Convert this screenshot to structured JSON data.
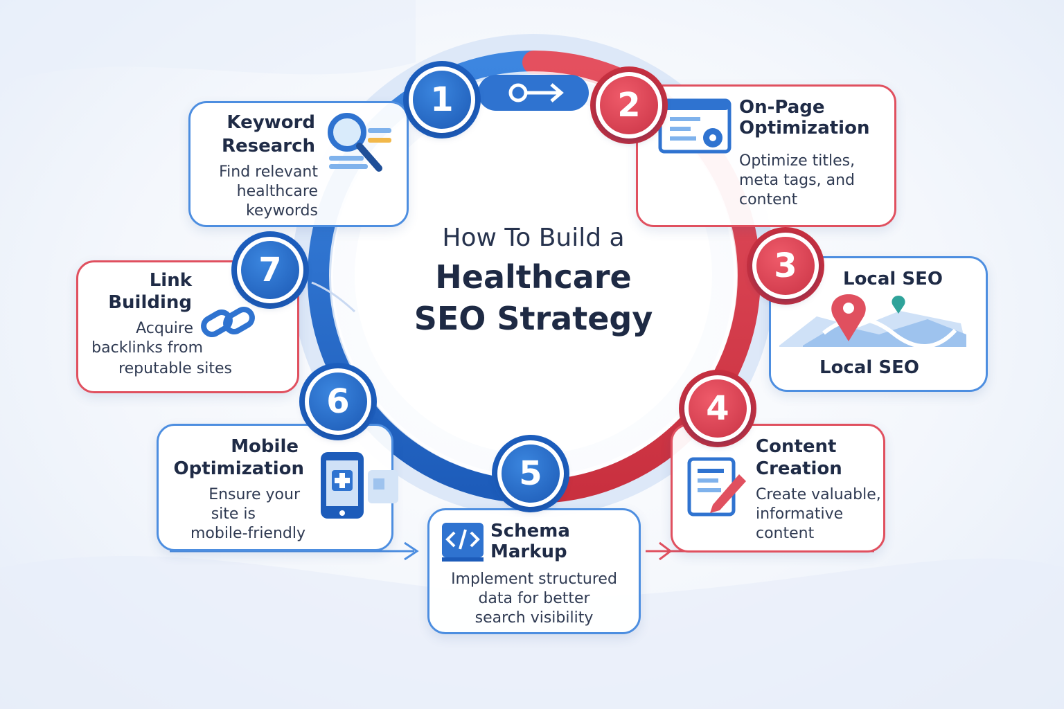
{
  "title": {
    "line1": "How To Build a",
    "line2": "Healthcare",
    "line3": "SEO Strategy"
  },
  "colors": {
    "blue": "#2f73d0",
    "red": "#e0505f",
    "navy": "#1e2a44"
  },
  "steps": [
    {
      "number": "1",
      "title_lines": [
        "Keyword",
        "Research"
      ],
      "desc_lines": [
        "Find relevant",
        "healthcare",
        "keywords"
      ],
      "icon": "magnifier-icon",
      "color": "blue"
    },
    {
      "number": "2",
      "title_lines": [
        "On-Page",
        "Optimization"
      ],
      "desc_lines": [
        "Optimize titles,",
        "meta tags, and",
        "content"
      ],
      "icon": "webpage-gear-icon",
      "color": "red"
    },
    {
      "number": "3",
      "title_lines": [
        "Local SEO"
      ],
      "caption": "Local SEO",
      "icon": "map-pin-icon",
      "color": "red"
    },
    {
      "number": "4",
      "title_lines": [
        "Content",
        "Creation"
      ],
      "desc_lines": [
        "Create valuable,",
        "informative",
        "content"
      ],
      "icon": "document-pencil-icon",
      "color": "red"
    },
    {
      "number": "5",
      "title_lines": [
        "Schema",
        "Markup"
      ],
      "desc_lines": [
        "Implement structured",
        "data for better",
        "search visibility"
      ],
      "icon": "code-tag-icon",
      "color": "blue"
    },
    {
      "number": "6",
      "title_lines": [
        "Mobile",
        "Optimization"
      ],
      "desc_lines": [
        "Ensure your",
        "site is",
        "mobile-friendly"
      ],
      "icon": "mobile-phone-icon",
      "color": "blue"
    },
    {
      "number": "7",
      "title_lines": [
        "Link",
        "Building"
      ],
      "desc_lines": [
        "Acquire",
        "backlinks from",
        "reputable sites"
      ],
      "icon": "chain-link-icon",
      "color": "red"
    }
  ]
}
